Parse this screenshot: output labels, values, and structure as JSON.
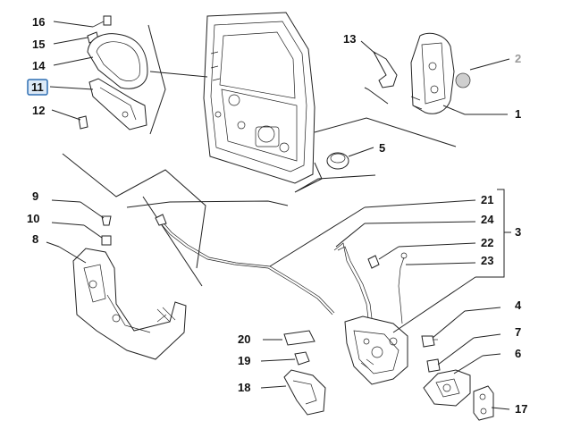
{
  "title": "",
  "selected_callout": "11",
  "colors": {
    "line": "#222222",
    "selected_box_fill": "#dce9f7",
    "selected_box_stroke": "#2f6fb3",
    "muted_label": "#9a9a9a"
  },
  "callouts": {
    "c1": "1",
    "c2": "2",
    "c3": "3",
    "c4": "4",
    "c5": "5",
    "c6": "6",
    "c7": "7",
    "c8": "8",
    "c9": "9",
    "c10": "10",
    "c11": "11",
    "c12": "12",
    "c13": "13",
    "c14": "14",
    "c15": "15",
    "c16": "16",
    "c17": "17",
    "c18": "18",
    "c19": "19",
    "c20": "20",
    "c21": "21",
    "c22": "22",
    "c23": "23",
    "c24": "24"
  }
}
